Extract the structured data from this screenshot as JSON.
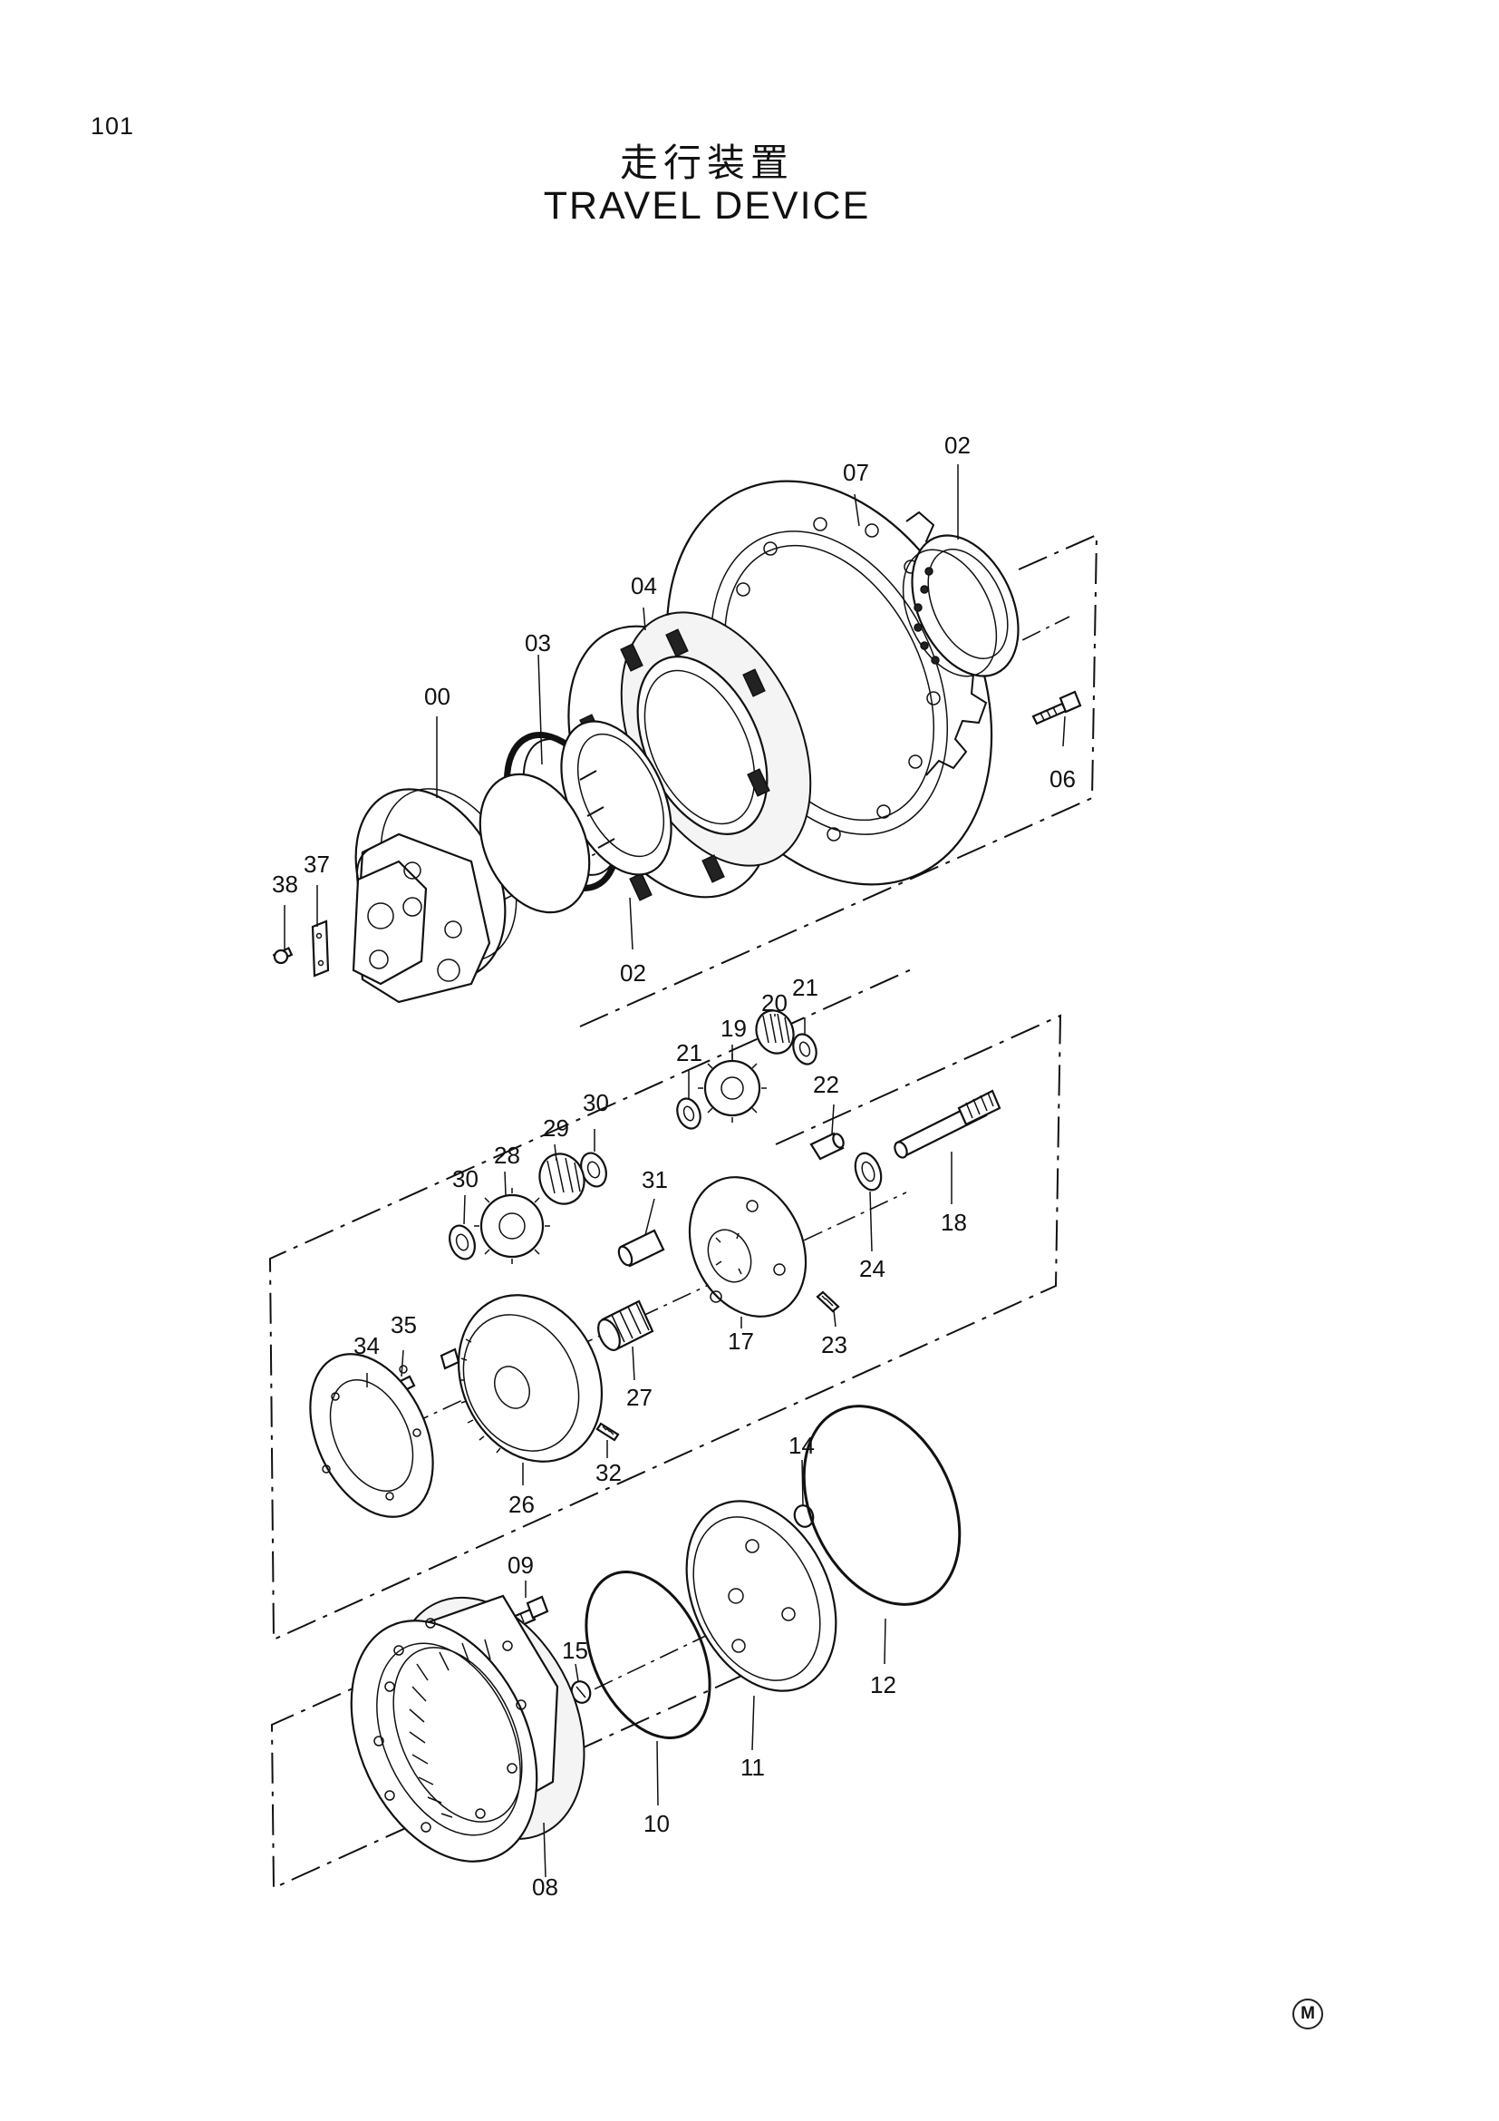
{
  "page_number": "101",
  "title_jp": "走行装置",
  "title_en": "TRAVEL DEVICE",
  "corner_mark": "M",
  "part_labels": [
    "02",
    "07",
    "04",
    "03",
    "00",
    "06",
    "37",
    "38",
    "02",
    "21",
    "20",
    "19",
    "21",
    "22",
    "30",
    "29",
    "28",
    "30",
    "31",
    "18",
    "24",
    "23",
    "17",
    "35",
    "34",
    "27",
    "32",
    "26",
    "14",
    "09",
    "15",
    "12",
    "11",
    "10",
    "08"
  ]
}
